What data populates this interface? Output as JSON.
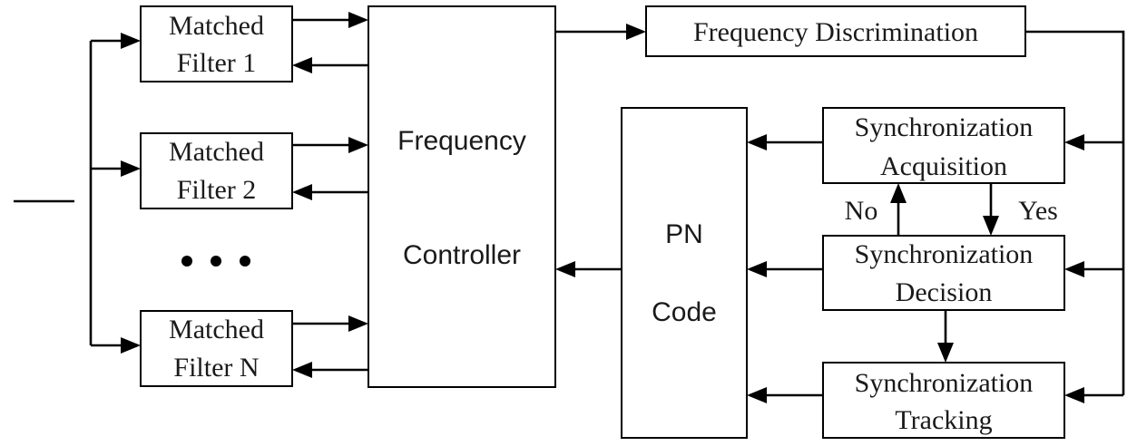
{
  "blocks": {
    "mf1": {
      "line1": "Matched",
      "line2": "Filter 1"
    },
    "mf2": {
      "line1": "Matched",
      "line2": "Filter 2"
    },
    "mfn": {
      "line1": "Matched",
      "line2": "Filter N"
    },
    "ellipsis": "• • •",
    "fc": {
      "line1": "Frequency",
      "line2": "Controller"
    },
    "fd": {
      "label": "Frequency Discrimination"
    },
    "pn": {
      "line1": "PN",
      "line2": "Code"
    },
    "sa": {
      "line1": "Synchronization",
      "line2": "Acquisition"
    },
    "sd": {
      "line1": "Synchronization",
      "line2": "Decision"
    },
    "st": {
      "line1": "Synchronization",
      "line2": "Tracking"
    }
  },
  "edge_labels": {
    "no": "No",
    "yes": "Yes"
  },
  "colors": {
    "stroke": "#000000",
    "background": "#ffffff",
    "text": "#1a1a1a"
  }
}
